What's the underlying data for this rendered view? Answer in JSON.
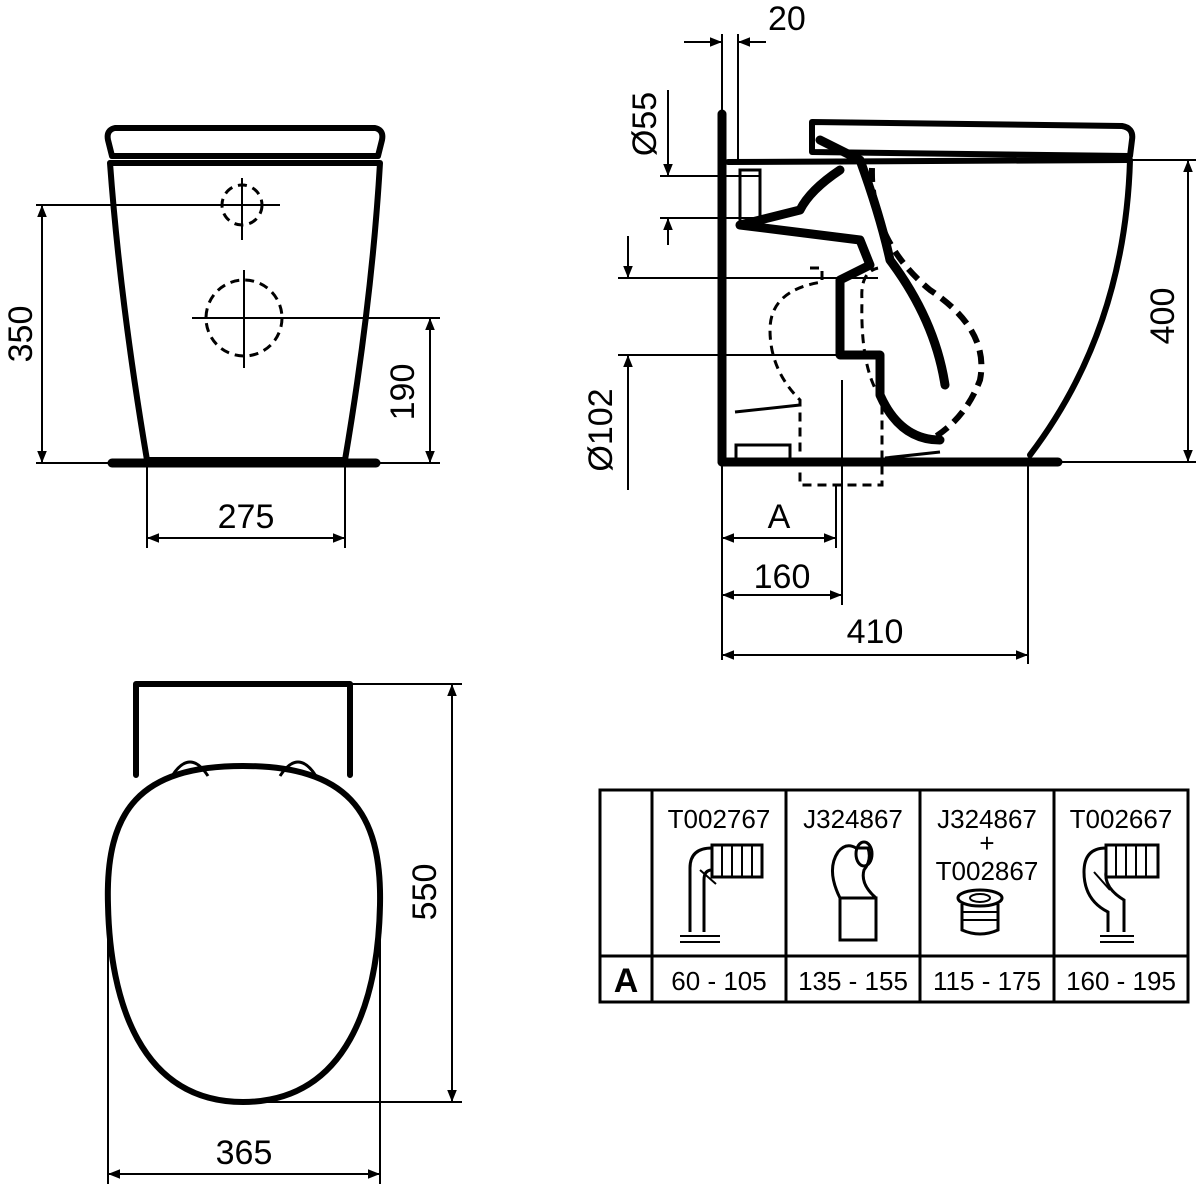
{
  "front_view": {
    "height_dim": "350",
    "pipe_height_dim": "190",
    "base_width_dim": "275"
  },
  "side_view": {
    "wall_gap_dim": "20",
    "inlet_diameter_dim": "Ø55",
    "outlet_diameter_dim": "Ø102",
    "height_dim": "400",
    "a_dim": "A",
    "outlet_offset_dim": "160",
    "depth_dim": "410"
  },
  "top_view": {
    "length_dim": "550",
    "width_dim": "365"
  },
  "connector_table": {
    "row_label": "A",
    "columns": [
      {
        "code": "T002767",
        "range": "60 - 105"
      },
      {
        "code": "J324867",
        "range": "135 - 155"
      },
      {
        "code": "J324867",
        "plus": "+",
        "code2": "T002867",
        "range": "115 - 175"
      },
      {
        "code": "T002667",
        "range": "160 - 195"
      }
    ]
  }
}
